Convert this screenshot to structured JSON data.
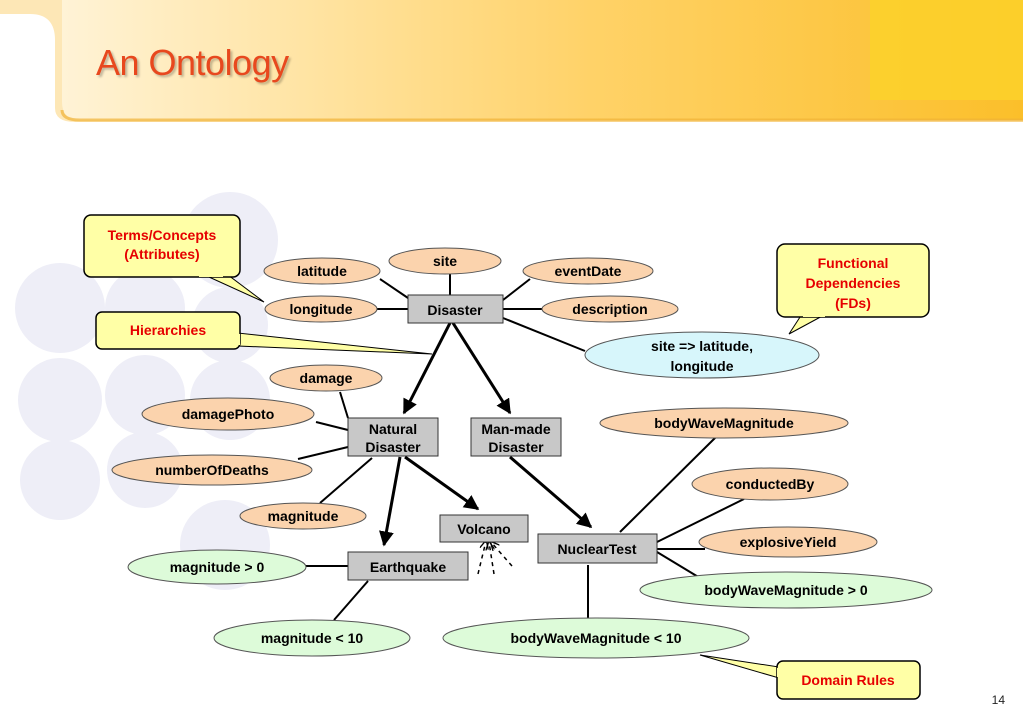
{
  "title": "An Ontology",
  "page_number": "14",
  "colors": {
    "title": "#e8481e",
    "concept_fill": "#fbd3ad",
    "rule_fill": "#ddfbd9",
    "fd_fill": "#d7f6fb",
    "box_fill": "#c8c8c8",
    "callout_fill": "#ffffa6",
    "callout_text": "#e60000"
  },
  "callouts": {
    "terms": [
      "Terms/Concepts",
      "(Attributes)"
    ],
    "hierarchies": "Hierarchies",
    "fds": [
      "Functional",
      "Dependencies",
      "(FDs)"
    ],
    "domain_rules": "Domain Rules"
  },
  "concepts": {
    "site": "site",
    "latitude": "latitude",
    "eventDate": "eventDate",
    "longitude": "longitude",
    "description": "description",
    "damage": "damage",
    "damagePhoto": "damagePhoto",
    "numberOfDeaths": "numberOfDeaths",
    "magnitude": "magnitude",
    "bodyWaveMagnitude": "bodyWaveMagnitude",
    "conductedBy": "conductedBy",
    "explosiveYield": "explosiveYield"
  },
  "classes": {
    "disaster": "Disaster",
    "natural": [
      "Natural",
      "Disaster"
    ],
    "manmade": [
      "Man-made",
      "Disaster"
    ],
    "volcano": "Volcano",
    "earthquake": "Earthquake",
    "nuclear": "NuclearTest"
  },
  "fd": [
    "site => latitude,",
    "longitude"
  ],
  "rules": {
    "mag_gt": "magnitude > 0",
    "mag_lt": "magnitude < 10",
    "bwm_gt": "bodyWaveMagnitude > 0",
    "bwm_lt": "bodyWaveMagnitude < 10"
  }
}
